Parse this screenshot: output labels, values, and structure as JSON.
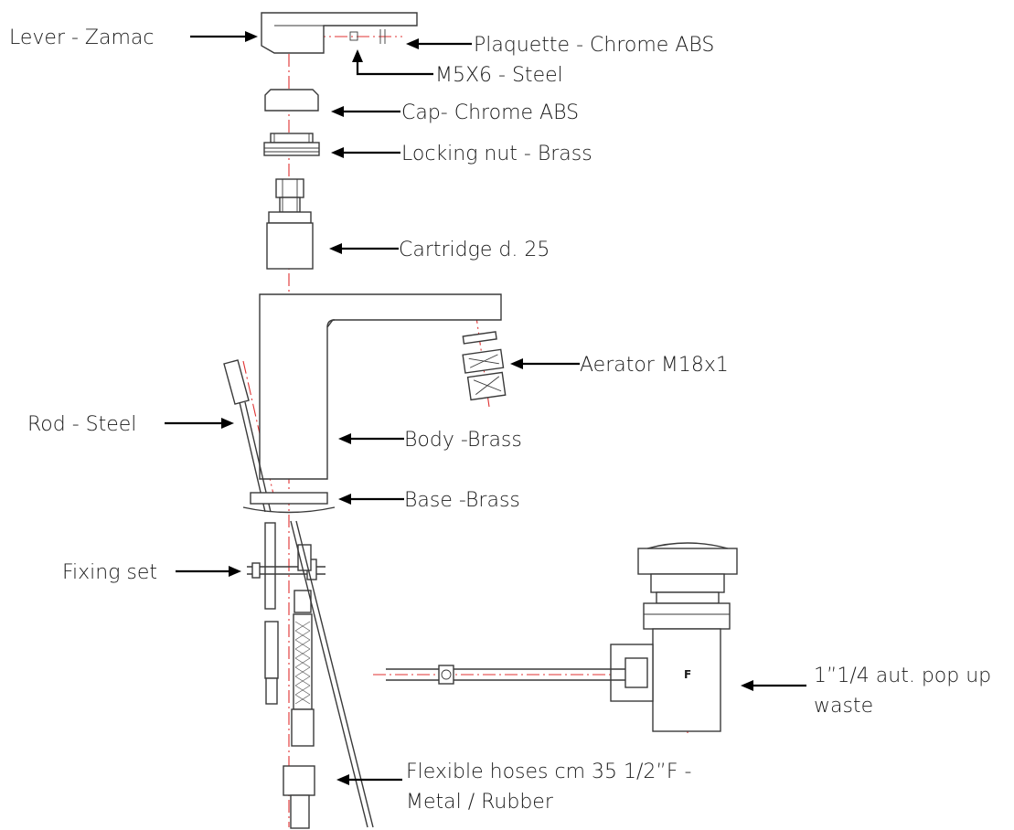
{
  "labels": {
    "lever": "Lever - Zamac",
    "plaquette": "Plaquette - Chrome ABS",
    "screw": "M5X6 - Steel",
    "cap": "Cap- Chrome ABS",
    "locking_nut": "Locking nut - Brass",
    "cartridge": "Cartridge d. 25",
    "aerator": "Aerator M18x1",
    "rod": "Rod - Steel",
    "body": "Body -Brass",
    "base": "Base -Brass",
    "fixing_set": "Fixing set",
    "waste_line1": "1”1/4 aut. pop up",
    "waste_line2": "waste",
    "hoses_line1": "Flexible hoses cm 35 1/2”F -",
    "hoses_line2": "Metal / Rubber",
    "waste_mark": "F"
  },
  "colors": {
    "axis": "#e03030",
    "outline": "#3a3a3a",
    "arrow": "#000000",
    "text": "#1a1a1a"
  }
}
